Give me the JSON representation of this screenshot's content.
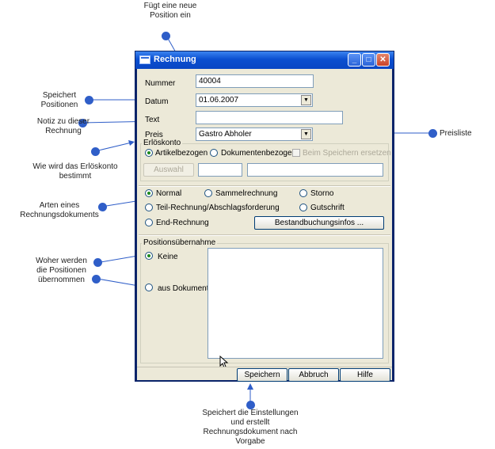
{
  "window": {
    "title": "Rechnung",
    "buttons": {
      "minimize": "_",
      "maximize": "□",
      "close": "✕"
    }
  },
  "form": {
    "nummer_label": "Nummer",
    "nummer_value": "40004",
    "datum_label": "Datum",
    "datum_value": "01.06.2007",
    "text_label": "Text",
    "text_value": "",
    "preis_label": "Preis",
    "preis_value": "Gastro Abholer"
  },
  "erloeskonto": {
    "title": "Erlöskonto",
    "artikelbezogen": "Artikelbezogen",
    "dokumentenbezogen": "Dokumentenbezogen",
    "beim_speichern": "Beim Speichern ersetzen",
    "auswahl": "Auswahl"
  },
  "doc_type": {
    "normal": "Normal",
    "sammelrechnung": "Sammelrechnung",
    "storno": "Storno",
    "teilrechnung": "Teil-Rechnung/Abschlagsforderung",
    "gutschrift": "Gutschrift",
    "endrechnung": "End-Rechnung",
    "bestand_button": "Bestandbuchungsinfos ..."
  },
  "positionsuebernahme": {
    "title": "Positionsübernahme",
    "keine": "Keine",
    "aus_dokument": "aus Dokument"
  },
  "footer": {
    "speichern": "Speichern",
    "abbruch": "Abbruch",
    "hilfe": "Hilfe"
  },
  "annotations": {
    "neue_position": "Fügt eine neue\nPosition ein",
    "speichert_positionen": "Speichert\nPositionen",
    "notiz": "Notiz zu dieser\nRechnung",
    "preisliste": "Preisliste",
    "erloeskonto": "Wie wird das Erlöskonto\nbestimmt",
    "arten": "Arten eines\nRechnungsdokuments",
    "woher": "Woher werden\ndie Positionen\nübernommen",
    "speichert_einstellungen": "Speichert die Einstellungen\nund erstellt\nRechnungsdokument nach\nVorgabe"
  },
  "colors": {
    "accent": "#2f5ec8",
    "titlebar": "#0b4fd0",
    "face": "#ece9d8"
  }
}
